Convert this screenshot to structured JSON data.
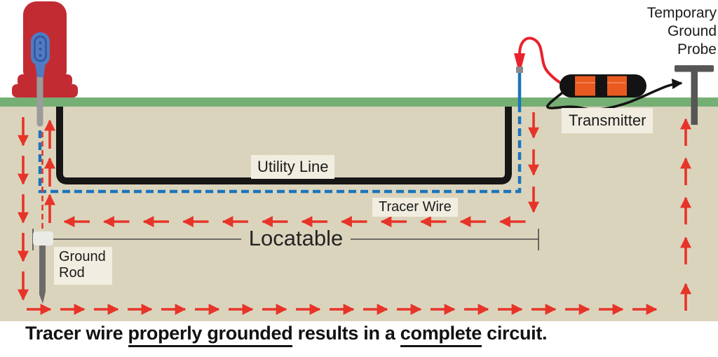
{
  "labels": {
    "utility_line": "Utility Line",
    "tracer_wire": "Tracer Wire",
    "locatable": "Locatable",
    "transmitter": "Transmitter",
    "ground_rod": {
      "line1": "Ground",
      "line2": "Rod"
    },
    "temporary_ground_probe": {
      "line1": "Temporary",
      "line2": "Ground",
      "line3": "Probe"
    }
  },
  "caption": {
    "part1": "Tracer wire ",
    "underline1": "properly grounded",
    "part2": " results in a ",
    "underline2": "complete",
    "part3": " circuit."
  },
  "colors": {
    "surface_green": "#76AF74",
    "soil_tan": "#DBD4BD",
    "label_background": "#F1EEE1",
    "arrow_red": "#E73429",
    "tracer_wire_blue": "#1B75BB",
    "hydrant_red": "#C32B33",
    "connector_blue": "#4F7BC2",
    "transmitter_orange": "#E85A20",
    "pipe_black": "#161616",
    "metal_gray": "#9B9B9B"
  }
}
